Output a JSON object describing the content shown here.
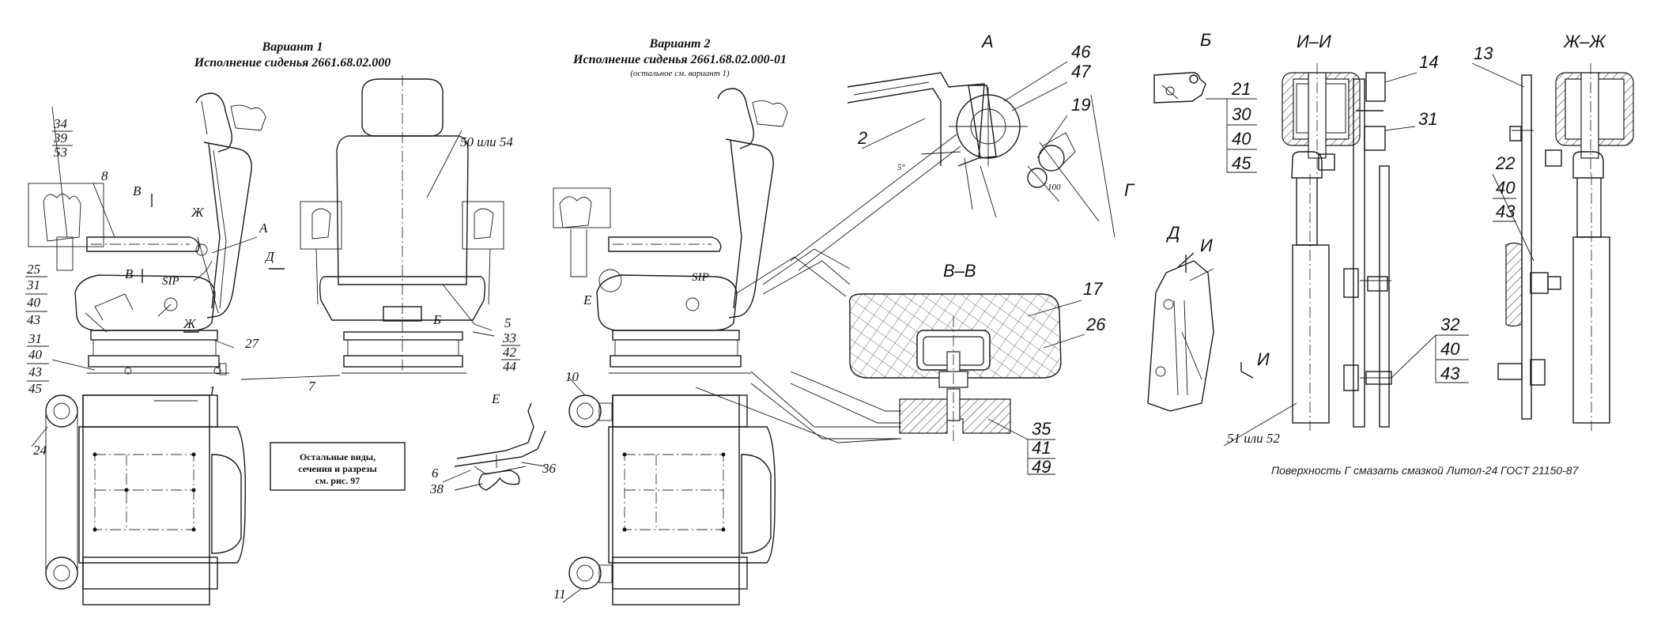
{
  "variant1": {
    "title": "Вариант 1",
    "subtitle": "Исполнение сиденья  2661.68.02.000"
  },
  "variant2": {
    "title": "Вариант 2",
    "subtitle": "Исполнение сиденья  2661.68.02.000-01",
    "note": "(остальное см. вариант 1)"
  },
  "remarks_box": [
    "Остальные виды,",
    "сечения и разрезы",
    "см. рис. 97"
  ],
  "footnote": "Поверхность Г смазать смазкой Литол-24 ГОСТ 21150-87",
  "views": {
    "A": "А",
    "B": "Б",
    "II": "И–И",
    "ZhZh": "Ж–Ж",
    "VV": "В–В",
    "D": "Д",
    "E": "Е",
    "I_mark": "И",
    "I_mark2": "И",
    "G": "Г",
    "V_mark": "В",
    "V_mark2": "В",
    "D_arrow": "Д",
    "A_mark": "А",
    "B_mark": "Б",
    "Zh_mark": "Ж",
    "Zh_mark2": "Ж",
    "E_mark": "Е"
  },
  "labels": {
    "sip1": "SIP",
    "sip2": "SIP",
    "n1": "1",
    "n2": "2",
    "n5": "5",
    "n6": "6",
    "n7": "7",
    "n8": "8",
    "n10": "10",
    "n11": "11",
    "n13": "13",
    "n14": "14",
    "n17": "17",
    "n19": "19",
    "n22": "22",
    "n24": "24",
    "n26": "26",
    "n27": "27",
    "n31b": "31",
    "n36": "36",
    "n38": "38",
    "n46": "46",
    "n47": "47",
    "n50_54": "50 или 54",
    "n51_52": "51 или 52",
    "angle5": "5°",
    "dim100": "100"
  },
  "stacks": {
    "s1": [
      "34",
      "39",
      "53"
    ],
    "s2": [
      "25",
      "31",
      "40",
      "43"
    ],
    "s3": [
      "31",
      "40",
      "43",
      "45"
    ],
    "s4": [
      "33",
      "42",
      "44"
    ],
    "s5": [
      "21",
      "30",
      "40",
      "45"
    ],
    "s6": [
      "40",
      "43"
    ],
    "s7": [
      "32",
      "40",
      "43"
    ],
    "s8": [
      "35",
      "41",
      "49"
    ]
  }
}
